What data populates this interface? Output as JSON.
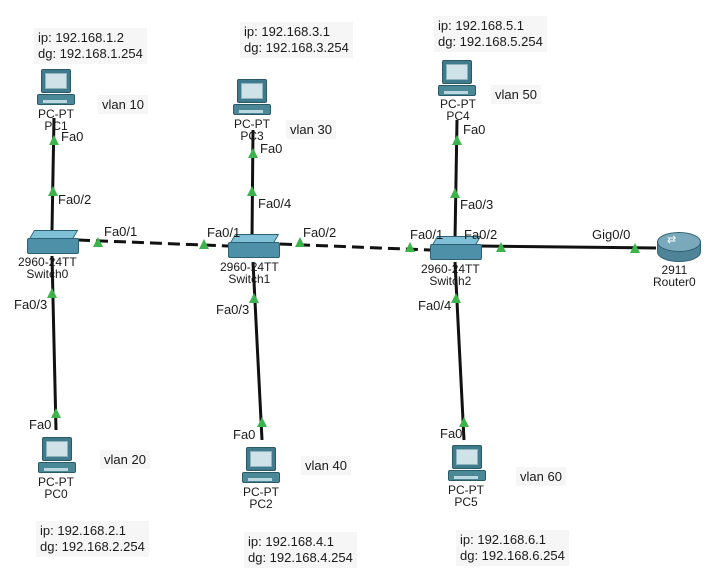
{
  "colors": {
    "link_up": "#3cb44b",
    "cable": "#111111"
  },
  "devices": {
    "pc0": {
      "model": "PC-PT",
      "name": "PC0"
    },
    "pc1": {
      "model": "PC-PT",
      "name": "PC1"
    },
    "pc2": {
      "model": "PC-PT",
      "name": "PC2"
    },
    "pc3": {
      "model": "PC-PT",
      "name": "PC3"
    },
    "pc4": {
      "model": "PC-PT",
      "name": "PC4"
    },
    "pc5": {
      "model": "PC-PT",
      "name": "PC5"
    },
    "switch0": {
      "model": "2960-24TT",
      "name": "Switch0"
    },
    "switch1": {
      "model": "2960-24TT",
      "name": "Switch1"
    },
    "switch2": {
      "model": "2960-24TT",
      "name": "Switch2"
    },
    "router0": {
      "model": "2911",
      "name": "Router0"
    }
  },
  "notes": {
    "pc1": {
      "ip": "ip: 192.168.1.2",
      "dg": "dg: 192.168.1.254"
    },
    "pc3": {
      "ip": "ip: 192.168.3.1",
      "dg": "dg: 192.168.3.254"
    },
    "pc4": {
      "ip": "ip: 192.168.5.1",
      "dg": "dg: 192.168.5.254"
    },
    "pc0": {
      "ip": "ip: 192.168.2.1",
      "dg": "dg: 192.168.2.254"
    },
    "pc2": {
      "ip": "ip: 192.168.4.1",
      "dg": "dg: 192.168.4.254"
    },
    "pc5": {
      "ip": "ip: 192.168.6.1",
      "dg": "dg: 192.168.6.254"
    }
  },
  "vlans": {
    "pc1": "vlan 10",
    "pc3": "vlan 30",
    "pc4": "vlan 50",
    "pc0": "vlan 20",
    "pc2": "vlan 40",
    "pc5": "vlan 60"
  },
  "ports": {
    "pc1_fa0": "Fa0",
    "sw0_fa0_2": "Fa0/2",
    "sw0_fa0_1": "Fa0/1",
    "sw0_fa0_3": "Fa0/3",
    "pc0_fa0": "Fa0",
    "sw1_fa0_1": "Fa0/1",
    "sw1_fa0_2": "Fa0/2",
    "sw1_fa0_4": "Fa0/4",
    "sw1_fa0_3": "Fa0/3",
    "pc3_fa0": "Fa0",
    "pc2_fa0": "Fa0",
    "sw2_fa0_1": "Fa0/1",
    "sw2_fa0_2": "Fa0/2",
    "sw2_fa0_3": "Fa0/3",
    "sw2_fa0_4": "Fa0/4",
    "pc4_fa0": "Fa0",
    "pc5_fa0": "Fa0",
    "router_gig0_0": "Gig0/0"
  }
}
